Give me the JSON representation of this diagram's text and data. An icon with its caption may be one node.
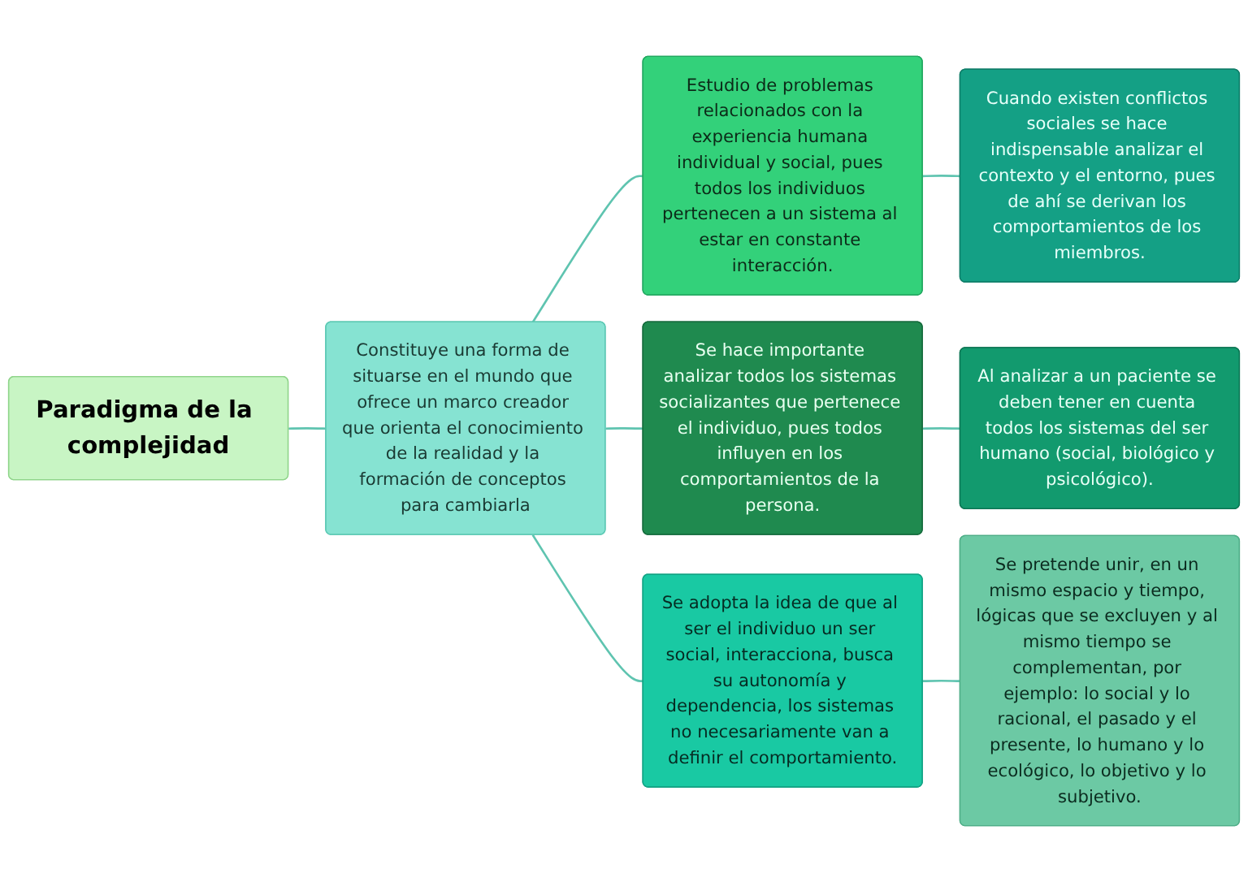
{
  "diagram": {
    "nodes": [
      {
        "text": [
          "Paradigma de la complejidad"
        ]
      },
      {
        "text": [
          "Constituye una forma de situarse en el mundo que ofrece un marco creador que orienta el conocimiento de la realidad y la formación de conceptos para cambiarla"
        ]
      },
      {
        "text": [
          "Estudio de problemas relacionados con la experiencia humana individual y social, pues todos los individuos pertenecen a un sistema al estar en constante interacción."
        ]
      },
      {
        "text": [
          "Se hace importante analizar todos los sistemas socializantes que pertenece el individuo, pues todos influyen en los comportamientos de la persona."
        ]
      },
      {
        "text": [
          "Se adopta la idea de que al ser el individuo un ser social, interacciona, busca su autonomía y dependencia, los sistemas no necesariamente van a definir el comportamiento."
        ]
      },
      {
        "text": [
          "Cuando existen conflictos sociales se hace indispensable analizar el contexto y el entorno, pues de ahí se derivan los comportamientos de los miembros."
        ]
      },
      {
        "text": [
          "Al analizar a un paciente se deben tener en cuenta todos los sistemas del ser humano (social, biológico y psicológico)."
        ]
      },
      {
        "text": [
          "Se pretende unir, en un mismo espacio y tiempo, lógicas que se excluyen y al mismo tiempo se complementan, por ejemplo: lo social y lo racional, el pasado y el presente, lo humano y lo ecológico, lo objetivo y lo subjetivo."
        ]
      }
    ],
    "edges": [
      {
        "from": 0,
        "to": 1,
        "arrow": "none"
      },
      {
        "from": 1,
        "to": 2,
        "arrow": "none"
      },
      {
        "from": 1,
        "to": 3,
        "arrow": "none"
      },
      {
        "from": 1,
        "to": 4,
        "arrow": "none"
      },
      {
        "from": 2,
        "to": 5,
        "arrow": "none"
      },
      {
        "from": 3,
        "to": 6,
        "arrow": "none"
      },
      {
        "from": 4,
        "to": 7,
        "arrow": "none"
      }
    ]
  }
}
